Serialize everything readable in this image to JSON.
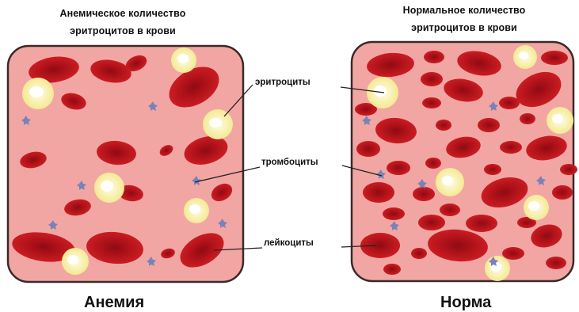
{
  "left_panel": {
    "title_line1": "Анемическое количество",
    "title_line2": "эритроцитов в крови",
    "caption": "Анемия"
  },
  "right_panel": {
    "title_line1": "Нормальное количество",
    "title_line2": "эритроцитов в крови",
    "caption": "Норма"
  },
  "labels": {
    "erythrocytes": "эритроциты",
    "platelets": "тромбоциты",
    "leukocytes": "лейкоциты"
  },
  "colors": {
    "plasma": "#f2a6a3",
    "frame": "#3a2a2a",
    "red_cell": "#c0151d",
    "red_cell_center": "#8f0b12",
    "white_cell": "#fbf5c0",
    "white_cell_nucleus": "#ffffff",
    "platelet": "#7a82b8"
  }
}
